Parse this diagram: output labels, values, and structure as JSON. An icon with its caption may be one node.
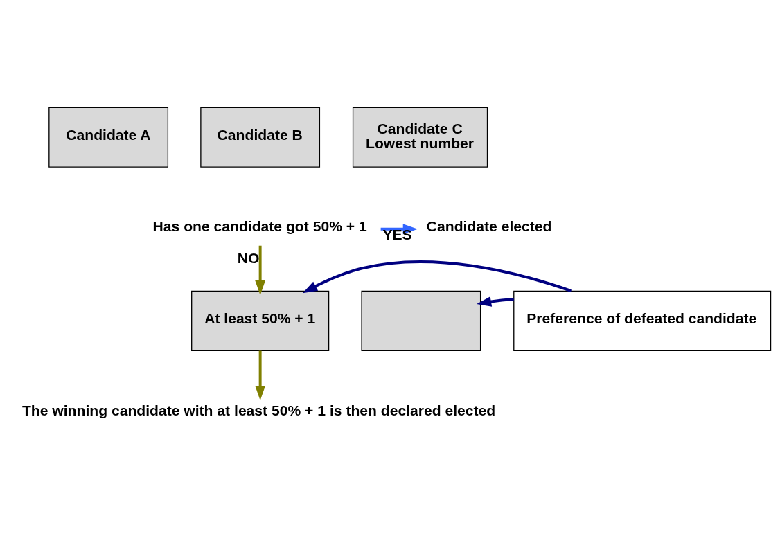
{
  "diagram": {
    "nodes": [
      {
        "text": [
          "Candidate A"
        ]
      },
      {
        "text": [
          "Candidate B"
        ]
      },
      {
        "text": [
          "Candidate C",
          "Lowest number"
        ]
      },
      {
        "text": [
          "Has one candidate got 50% + 1"
        ]
      },
      {
        "text": [
          "Candidate elected"
        ]
      },
      {
        "text": [
          "At least 50% + 1"
        ]
      },
      {
        "text": [],
        "shape": "box"
      },
      {
        "text": [
          "Preference of defeated candidate"
        ]
      },
      {
        "text": [
          "The winning candidate with at least 50% + 1 is then declared elected"
        ]
      }
    ],
    "edges": [
      {
        "from": 3,
        "to": 4,
        "arrow": "to",
        "label": "YES",
        "color": "#3366ff"
      },
      {
        "from": 3,
        "to": 5,
        "arrow": "to",
        "label": "NO",
        "color": "#808000"
      },
      {
        "from": 7,
        "to": 6,
        "arrow": "to",
        "color": "#000080"
      },
      {
        "from": 7,
        "to": 5,
        "arrow": "to",
        "color": "#000080"
      },
      {
        "from": 5,
        "to": 8,
        "arrow": "to",
        "color": "#808000"
      }
    ]
  }
}
